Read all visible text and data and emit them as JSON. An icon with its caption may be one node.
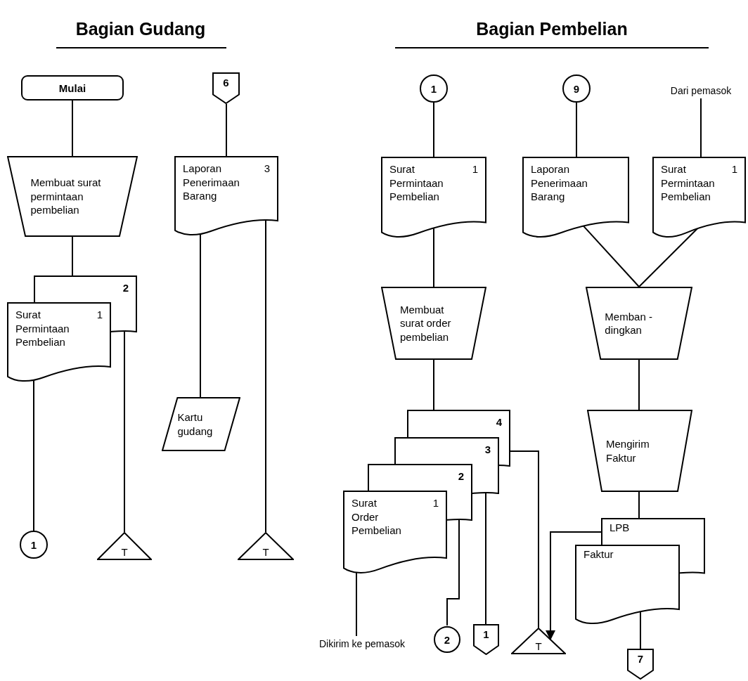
{
  "diagram": {
    "nodes": [
      {
        "text": [
          "Mulai"
        ]
      },
      {
        "text": [
          "Membuat surat permintaan pembelian"
        ]
      },
      {
        "text": [
          "2",
          "Surat Permintaan Pembelian",
          "1"
        ]
      },
      {
        "text": [
          "1"
        ]
      },
      {
        "text": [
          "T"
        ]
      },
      {
        "text": [
          "6"
        ]
      },
      {
        "text": [
          "Laporan Penerimaan Barang",
          "3"
        ]
      },
      {
        "text": [
          "Kartu gudang"
        ]
      },
      {
        "text": [
          "T"
        ]
      },
      {
        "text": [
          "1"
        ]
      },
      {
        "text": [
          "9"
        ]
      },
      {
        "text": [
          "Dari pemasok"
        ]
      },
      {
        "text": [
          "Surat Permintaan Pembelian",
          "1"
        ]
      },
      {
        "text": [
          "Laporan Penerimaan Barang"
        ]
      },
      {
        "text": [
          "Surat Permintaan Pembelian",
          "1"
        ]
      },
      {
        "text": [
          "Membuat surat order pembelian"
        ]
      },
      {
        "text": [
          "Memban - dingkan"
        ]
      },
      {
        "text": [
          "4",
          "3",
          "2",
          "Surat Order Pembelian",
          "1"
        ]
      },
      {
        "text": [
          "Mengirim Faktur"
        ]
      },
      {
        "text": [
          "LPB",
          "Faktur"
        ]
      },
      {
        "text": [
          "Dikirim ke pemasok"
        ]
      },
      {
        "text": [
          "2"
        ]
      },
      {
        "text": [
          "1"
        ]
      },
      {
        "text": [
          "T"
        ]
      },
      {
        "text": [
          "7"
        ]
      }
    ],
    "edges": [
      {
        "from": 0,
        "to": 1,
        "arrow": "none"
      },
      {
        "from": 1,
        "to": 2,
        "arrow": "none"
      },
      {
        "from": 2,
        "to": 3,
        "arrow": "none"
      },
      {
        "from": 2,
        "to": 4,
        "arrow": "none"
      },
      {
        "from": 5,
        "to": 6,
        "arrow": "none"
      },
      {
        "from": 6,
        "to": 7,
        "arrow": "none"
      },
      {
        "from": 6,
        "to": 8,
        "arrow": "none"
      },
      {
        "from": 9,
        "to": 12,
        "arrow": "none"
      },
      {
        "from": 10,
        "to": 13,
        "arrow": "none"
      },
      {
        "from": 11,
        "to": 14,
        "arrow": "none"
      },
      {
        "from": 12,
        "to": 15,
        "arrow": "none"
      },
      {
        "from": 13,
        "to": 16,
        "arrow": "none"
      },
      {
        "from": 14,
        "to": 16,
        "arrow": "none"
      },
      {
        "from": 15,
        "to": 17,
        "arrow": "none"
      },
      {
        "from": 17,
        "to": 20,
        "arrow": "none"
      },
      {
        "from": 17,
        "to": 21,
        "arrow": "none"
      },
      {
        "from": 17,
        "to": 22,
        "arrow": "none"
      },
      {
        "from": 17,
        "to": 23,
        "arrow": "none"
      },
      {
        "from": 16,
        "to": 18,
        "arrow": "none"
      },
      {
        "from": 18,
        "to": 19,
        "arrow": "none"
      },
      {
        "from": 19,
        "to": 23,
        "arrow": "to"
      },
      {
        "from": 19,
        "to": 24,
        "arrow": "none"
      }
    ],
    "labels": [
      "Bagian Gudang",
      "Bagian Pembelian"
    ]
  }
}
